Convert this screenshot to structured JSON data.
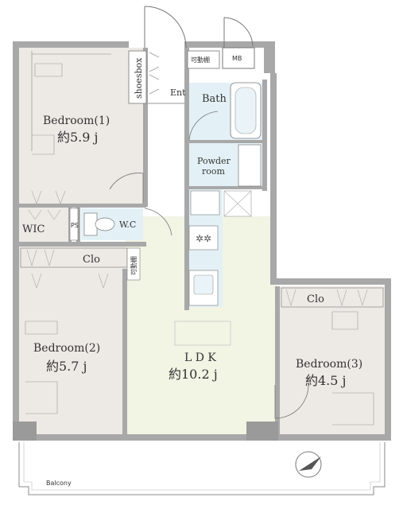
{
  "rooms": {
    "bedroom1": {
      "name": "Bedroom(1)",
      "size": "約5.9 j"
    },
    "bedroom2": {
      "name": "Bedroom(2)",
      "size": "約5.7 j"
    },
    "bedroom3": {
      "name": "Bedroom(3)",
      "size": "約4.5 j"
    },
    "ldk": {
      "name": "L D K",
      "size": "約10.2 j"
    },
    "bath": {
      "name": "Bath"
    },
    "powder": {
      "name_line1": "Powder",
      "name_line2": "room"
    },
    "wc": {
      "name": "W.C"
    },
    "wic": {
      "name": "WIC"
    },
    "ps": {
      "name": "PS"
    },
    "clo_left": {
      "name": "Clo"
    },
    "clo_right": {
      "name": "Clo"
    },
    "entrance": {
      "name": "Ent"
    },
    "shoesbox": {
      "name": "shoesbox"
    },
    "mb": {
      "name": "MB"
    },
    "shelf_top": {
      "name": "可動棚"
    },
    "shelf_side": {
      "name": "可動棚"
    },
    "balcony": {
      "name": "Balcony"
    }
  },
  "colors": {
    "wall": "#8c8c8c",
    "bedroom_floor": "#ede9e4",
    "ldk_floor": "#f2f4e4",
    "wet_area": "#e3f1f6",
    "line": "#555555"
  },
  "icons": [
    "compass-icon",
    "stove-icon",
    "sink-icon",
    "toilet-icon",
    "bathtub-icon"
  ]
}
